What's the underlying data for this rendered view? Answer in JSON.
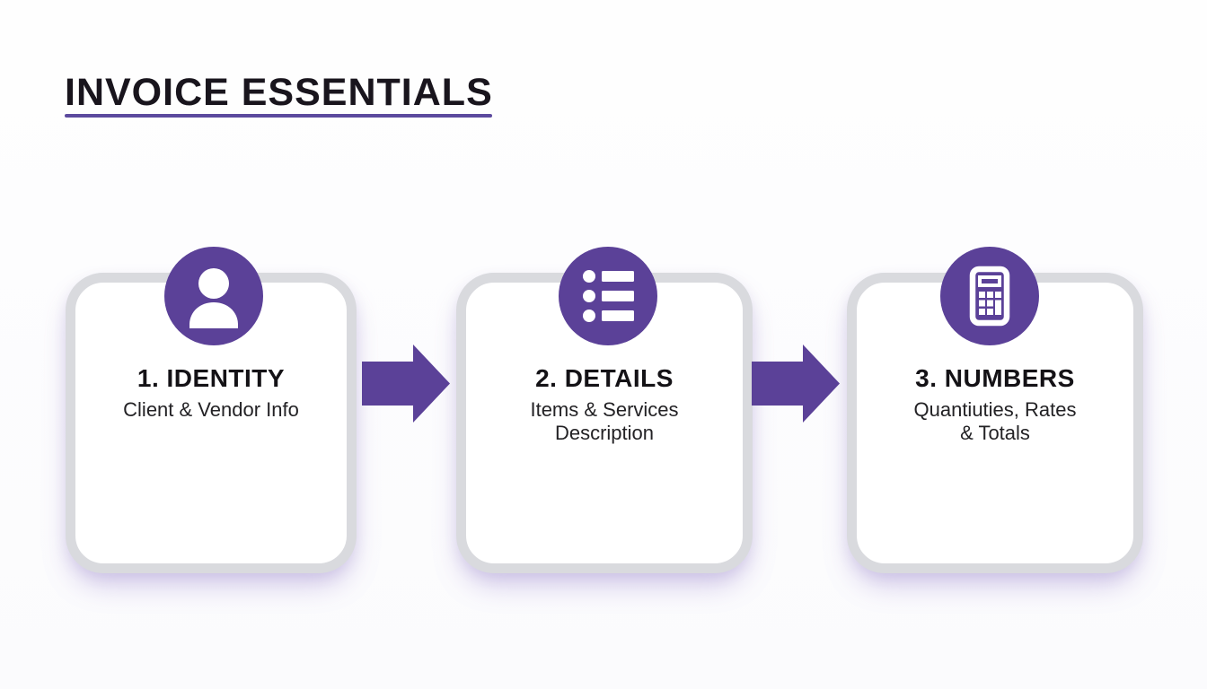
{
  "title": {
    "text": "INVOICE ESSENTIALS"
  },
  "colors": {
    "accent_purple": "#5b4198",
    "underline_purple": "#5c4a9e",
    "card_border_gray": "#d9dade",
    "card_glow": "rgba(125,95,195,0.33)",
    "text_dark": "#19151d"
  },
  "steps": [
    {
      "icon": "person-icon",
      "heading": "1. IDENTITY",
      "description_lines": [
        "Client & Vendor Info"
      ]
    },
    {
      "icon": "list-icon",
      "heading": "2. DETAILS",
      "description_lines": [
        "Items & Services",
        "Description"
      ]
    },
    {
      "icon": "calculator-icon",
      "heading": "3. NUMBERS",
      "description_lines": [
        "Quantiuties, Rates",
        "& Totals"
      ]
    }
  ]
}
